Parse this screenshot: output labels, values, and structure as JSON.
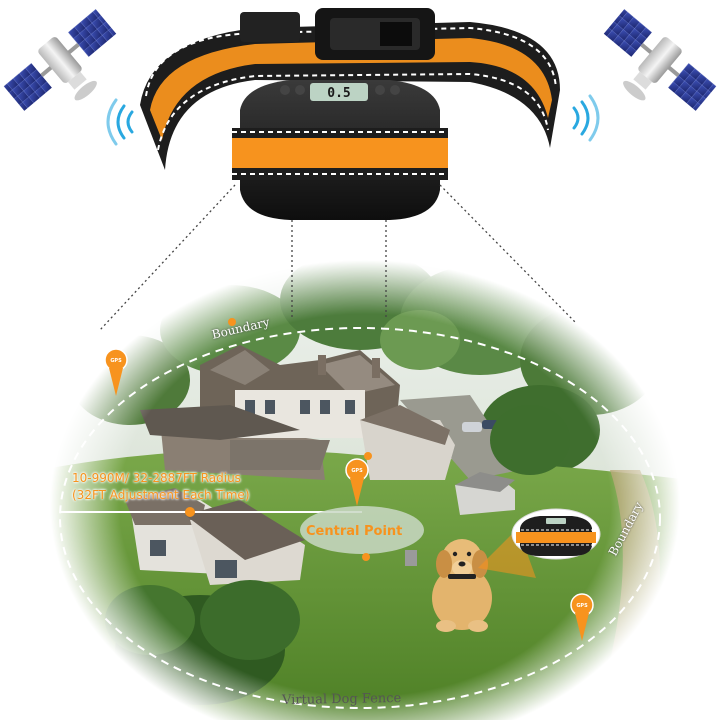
{
  "collar_display": "0.5",
  "labels": {
    "radius_line1": "10-990M/ 32-2887FT Radius",
    "radius_line2": "(32FT Adjustment Each Time)",
    "central_point": "Central Point",
    "boundary_top": "Boundary",
    "boundary_right": "Boundary",
    "virtual_fence": "Virtual Dog Fence",
    "gps_tag": "GPS"
  },
  "colors": {
    "accent_orange": "#f7931e",
    "strap_black": "#1d1d1d",
    "signal_blue": "#29a8e0",
    "lawn_green": "#5d8f2f",
    "solar_panel": "#2b3a8f"
  },
  "icons": [
    "satellite-icon",
    "signal-wave-icon",
    "gps-pin-icon",
    "gps-collar-icon",
    "dog-icon"
  ]
}
